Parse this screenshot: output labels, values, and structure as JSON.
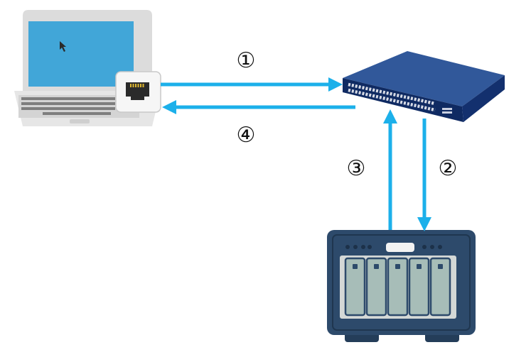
{
  "colors": {
    "arrow": "#1cb0ea",
    "laptop_frame": "#dcdcdc",
    "laptop_screen": "#41a6d8",
    "switch_top": "#31589a",
    "switch_front": "#0f2a62",
    "nas_body": "#2d4a6b",
    "nas_panel": "#d4d8d6",
    "nas_bay": "#a7bdb8"
  },
  "icons": {
    "laptop": "laptop-icon",
    "ethernet_port": "ethernet-port-icon",
    "network_switch": "network-switch-icon",
    "nas": "nas-storage-icon"
  },
  "steps": [
    {
      "label": "①",
      "from": "laptop",
      "to": "switch"
    },
    {
      "label": "②",
      "from": "switch",
      "to": "nas"
    },
    {
      "label": "③",
      "from": "nas",
      "to": "switch"
    },
    {
      "label": "④",
      "from": "switch",
      "to": "laptop"
    }
  ]
}
